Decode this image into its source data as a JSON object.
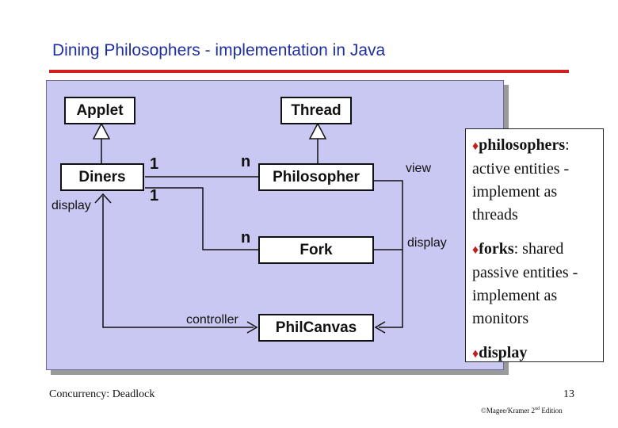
{
  "title": "Dining Philosophers - implementation in Java",
  "colors": {
    "accent": "#d41f1f",
    "title": "#1f2fa0",
    "diagram_bg": "#c8c8f2",
    "bullet": "#c02020"
  },
  "classes": {
    "applet": "Applet",
    "thread": "Thread",
    "diners": "Diners",
    "philosopher": "Philosopher",
    "fork": "Fork",
    "philcanvas": "PhilCanvas"
  },
  "labels": {
    "mult_1_top": "1",
    "mult_1_bottom": "1",
    "mult_n_philosopher": "n",
    "mult_n_fork": "n",
    "view": "view",
    "display_left": "display",
    "display_right": "display",
    "controller": "controller"
  },
  "notes": [
    {
      "bullet_icon": "♦",
      "head": "philosophers",
      "text": ": active entities - implement as threads"
    },
    {
      "bullet_icon": "♦",
      "head": "forks",
      "text": ": shared passive entities - implement as monitors"
    },
    {
      "bullet_icon": "♦",
      "head": "display",
      "text": ""
    }
  ],
  "footer": {
    "left": "Concurrency: Deadlock",
    "page": "13",
    "copyright_prefix": "©Magee/Kramer 2",
    "copyright_sup": "nd",
    "copyright_suffix": " Edition"
  }
}
